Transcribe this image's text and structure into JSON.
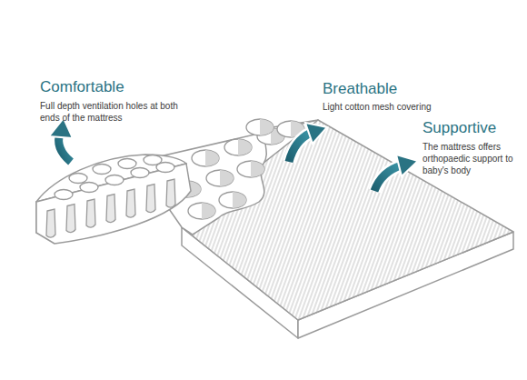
{
  "diagram": {
    "labels": [
      "Comfortable",
      "Full depth ventilation holes at both ends of the mattress",
      "Breathable",
      "Light cotton mesh covering",
      "Supportive",
      "The mattress offers orthopaedic support to baby's body"
    ]
  }
}
